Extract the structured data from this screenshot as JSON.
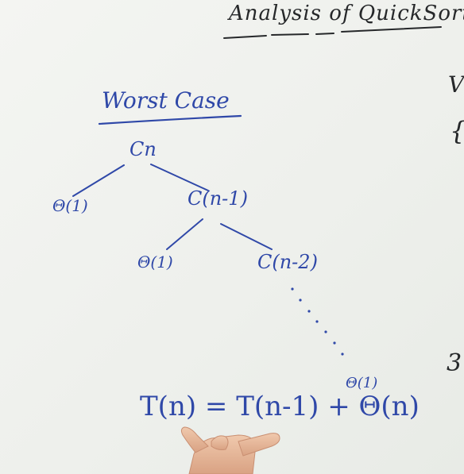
{
  "title": "Analysis of QuickSort",
  "heading": "Worst Case",
  "tree": {
    "root": "Cn",
    "level1_leaf": "Θ(1)",
    "level1_node": "C(n-1)",
    "level2_leaf": "Θ(1)",
    "level2_node": "C(n-2)",
    "bottom_leaf": "Θ(1)"
  },
  "recurrence": "T(n) = T(n-1) + Θ(n)",
  "right_edge": {
    "top": "V",
    "middle": "{",
    "bottom": "3"
  },
  "colors": {
    "ink_blue": "#2f48a8",
    "ink_black": "#26282a",
    "board": "#eff1ed",
    "skin": "#e6b89a"
  }
}
